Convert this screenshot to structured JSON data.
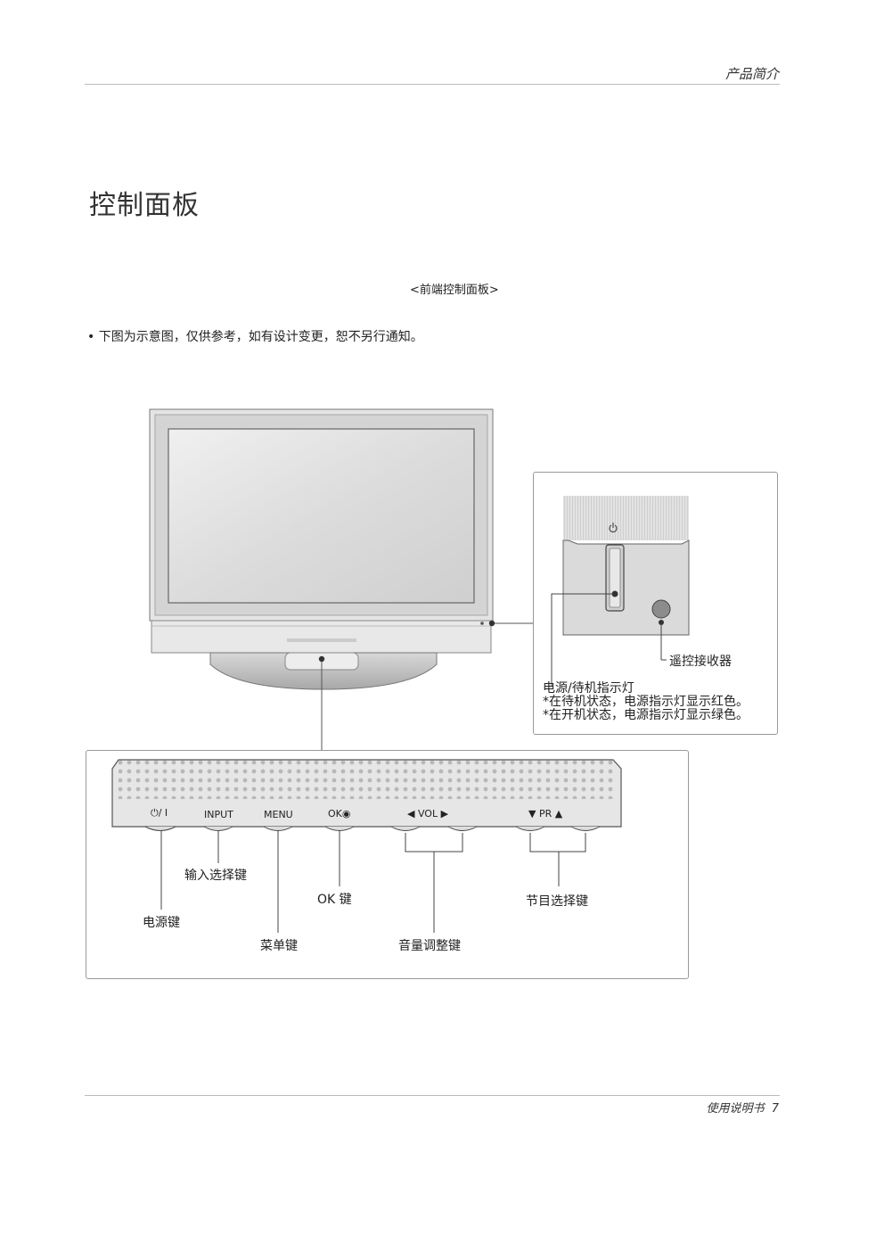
{
  "header": {
    "section": "产品简介"
  },
  "title": "控制面板",
  "caption": "<前端控制面板>",
  "note": "• 下图为示意图，仅供参考，如有设计变更，恕不另行通知。",
  "indicator_panel": {
    "remote_receiver": "遥控接收器",
    "power_indicator": "电源/待机指示灯",
    "standby_note": "*在待机状态，电源指示灯显示红色。",
    "on_note": "*在开机状态，电源指示灯显示绿色。"
  },
  "button_panel": {
    "buttons": {
      "power": "⏻/ I",
      "input": "INPUT",
      "menu": "MENU",
      "ok": "OK◉",
      "vol": "◀  VOL  ▶",
      "pr": "▼  PR  ▲"
    },
    "labels": {
      "input": "输入选择键",
      "power": "电源键",
      "ok": "OK 键",
      "menu": "菜单键",
      "volume": "音量调整键",
      "program": "节目选择键"
    }
  },
  "footer": {
    "text": "使用说明书",
    "page": "7"
  }
}
